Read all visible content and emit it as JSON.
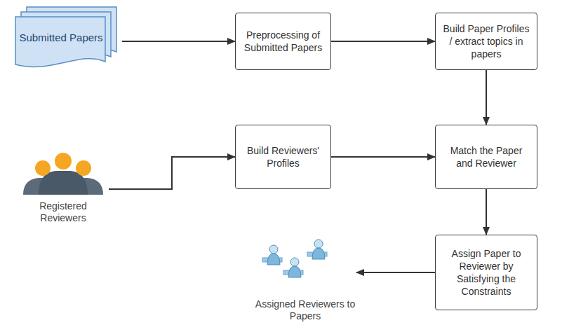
{
  "diagram": {
    "nodes": [
      {
        "text": [
          "Submitted Papers"
        ]
      },
      {
        "text": [
          "Preprocessing of Submitted Papers"
        ]
      },
      {
        "text": [
          "Build Paper Profiles / extract topics in papers"
        ]
      },
      {
        "text": [
          "Registered Reviewers"
        ]
      },
      {
        "text": [
          "Build Reviewers' Profiles"
        ]
      },
      {
        "text": [
          "Match the Paper and Reviewer"
        ]
      },
      {
        "text": [
          "Assign Paper to Reviewer by Satisfying the Constraints"
        ]
      },
      {
        "text": [
          "Assigned Reviewers to Papers"
        ]
      }
    ],
    "edges": [
      {
        "from": 0,
        "to": 1,
        "arrow": "to"
      },
      {
        "from": 1,
        "to": 2,
        "arrow": "to"
      },
      {
        "from": 2,
        "to": 5,
        "arrow": "to"
      },
      {
        "from": 3,
        "to": 4,
        "arrow": "to"
      },
      {
        "from": 4,
        "to": 5,
        "arrow": "to"
      },
      {
        "from": 5,
        "to": 6,
        "arrow": "to"
      },
      {
        "from": 6,
        "to": 7,
        "arrow": "to"
      }
    ]
  }
}
